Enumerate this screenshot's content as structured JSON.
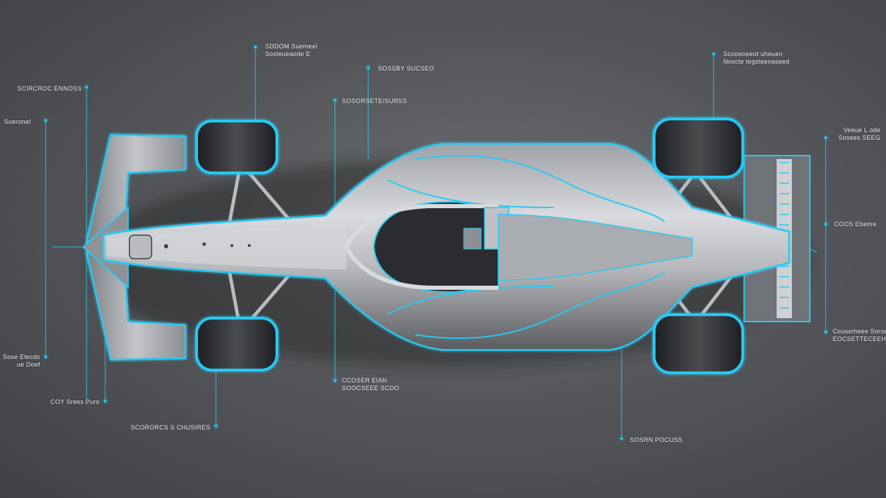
{
  "colors": {
    "accent": "#27c9f2",
    "body_light": "#c9cbcf",
    "body_dark": "#3a3c40",
    "tire": "#2b2d31",
    "background": "#55575b"
  },
  "callouts": [
    {
      "id": "c1",
      "lines": [
        "SDDOM Suemeel",
        "Sosteueaode E"
      ]
    },
    {
      "id": "c2",
      "lines": [
        "SOSSBY SUCSEO"
      ]
    },
    {
      "id": "c3",
      "lines": [
        "SOSORSETE/SURSS"
      ]
    },
    {
      "id": "c4",
      "lines": [
        "SCIRCROC ENNOSS"
      ]
    },
    {
      "id": "c5",
      "lines": [
        "Sueronel"
      ]
    },
    {
      "id": "c6",
      "lines": [
        "Scooeoeeot uheuen",
        "Noscte tegsteenaseed"
      ]
    },
    {
      "id": "c7",
      "lines": [
        "Veeue L ode",
        "Sosees SEEG"
      ]
    },
    {
      "id": "c8",
      "lines": [
        "COOS Ebeore"
      ]
    },
    {
      "id": "c9",
      "lines": [
        "Sose Etecds",
        "ue Doef"
      ]
    },
    {
      "id": "c10",
      "lines": [
        "COY Srees Puro"
      ]
    },
    {
      "id": "c11",
      "lines": [
        "SCORORCS S CHUSIRES"
      ]
    },
    {
      "id": "c12",
      "lines": [
        "CCOSER EIAN",
        "SOOCSEEE SCDO"
      ]
    },
    {
      "id": "c13",
      "lines": [
        "Coussrheee Sorse",
        "EOCSETTECEEHE"
      ]
    },
    {
      "id": "c14",
      "lines": [
        "SOSRN POCUSS"
      ]
    }
  ]
}
